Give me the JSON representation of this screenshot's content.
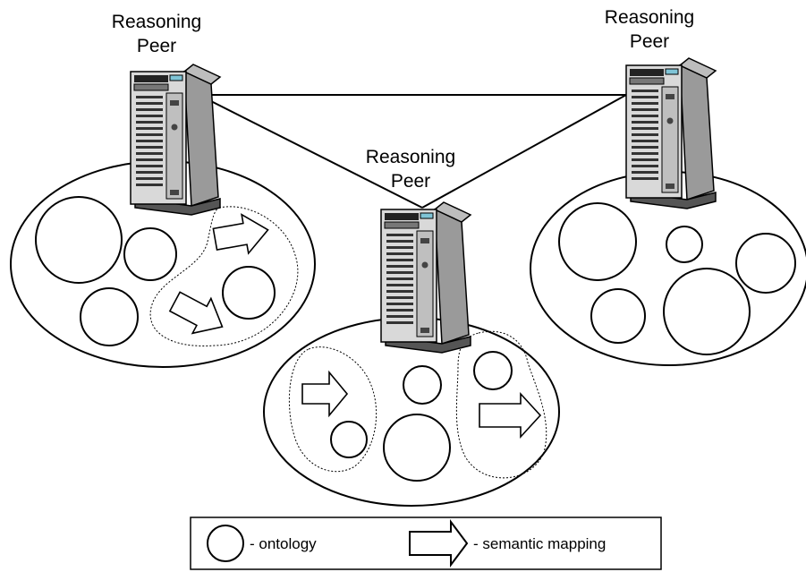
{
  "peers": [
    {
      "label_line1": "Reasoning",
      "label_line2": "Peer"
    },
    {
      "label_line1": "Reasoning",
      "label_line2": "Peer"
    },
    {
      "label_line1": "Reasoning",
      "label_line2": "Peer"
    }
  ],
  "legend": {
    "ontology_label": "- ontology",
    "mapping_label": "- semantic mapping"
  }
}
